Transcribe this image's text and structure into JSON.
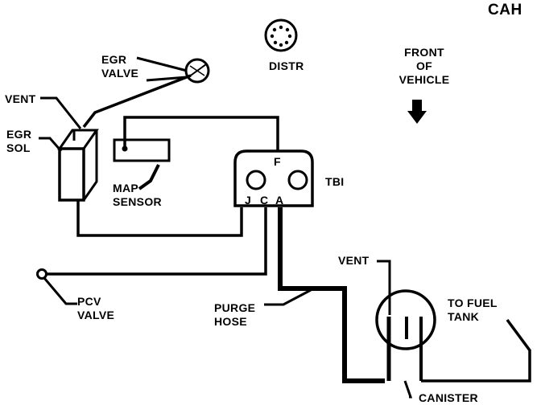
{
  "code": "CAH",
  "labels": {
    "egr_valve": [
      "EGR",
      "VALVE"
    ],
    "distr": "DISTR",
    "front_of_vehicle": [
      "FRONT",
      "OF",
      "VEHICLE"
    ],
    "vent_left": "VENT",
    "egr_sol": [
      "EGR",
      "SOL"
    ],
    "map_sensor": [
      "MAP",
      "SENSOR"
    ],
    "tbi": "TBI",
    "tbi_port_f": "F",
    "tbi_port_j": "J",
    "tbi_port_c": "C",
    "tbi_port_a": "A",
    "vent_right": "VENT",
    "pcv_valve": [
      "PCV",
      "VALVE"
    ],
    "purge_hose": [
      "PURGE",
      "HOSE"
    ],
    "to_fuel_tank": [
      "TO FUEL",
      "TANK"
    ],
    "canister": "CANISTER"
  }
}
